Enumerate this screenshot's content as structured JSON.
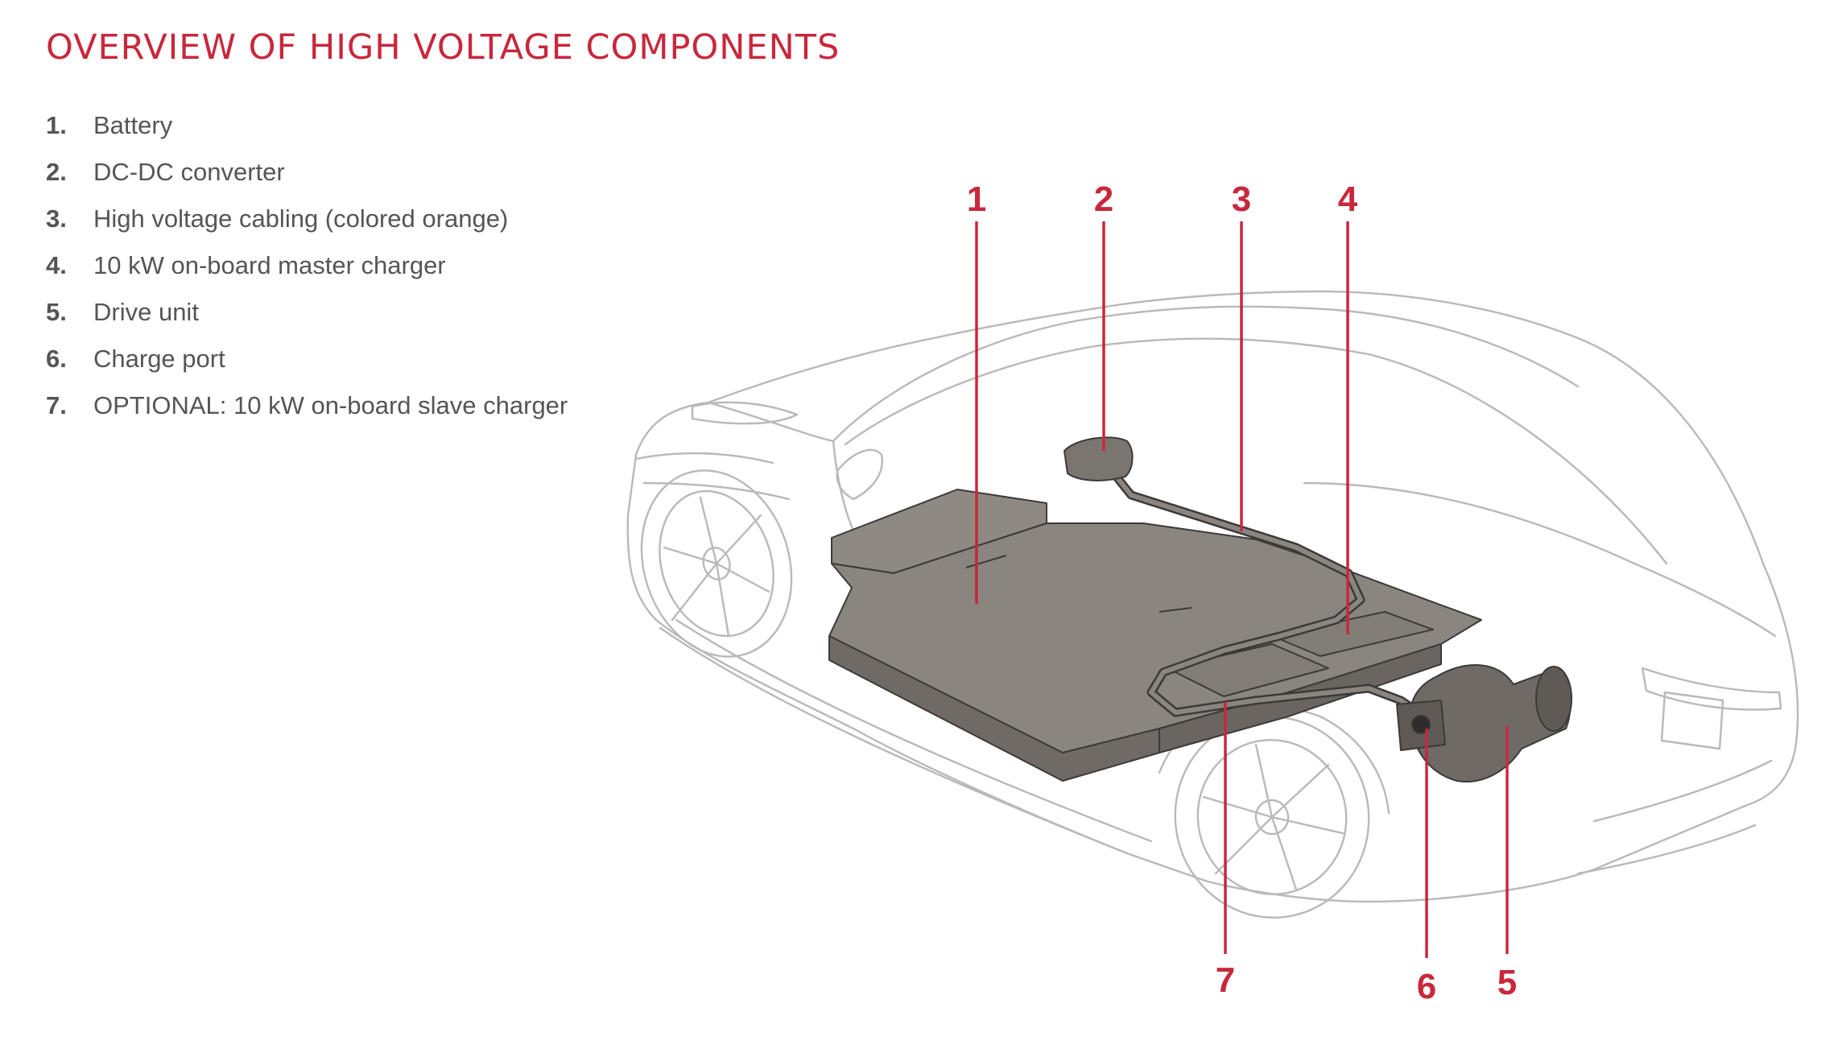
{
  "title": "OVERVIEW OF HIGH VOLTAGE COMPONENTS",
  "legend": [
    {
      "num": "1.",
      "label": "Battery"
    },
    {
      "num": "2.",
      "label": "DC-DC converter"
    },
    {
      "num": "3.",
      "label": "High voltage cabling (colored orange)"
    },
    {
      "num": "4.",
      "label": "10 kW on-board master charger"
    },
    {
      "num": "5.",
      "label": "Drive unit"
    },
    {
      "num": "6.",
      "label": "Charge port"
    },
    {
      "num": "7.",
      "label": "OPTIONAL: 10 kW on-board slave charger"
    }
  ],
  "callouts": {
    "c1": "1",
    "c2": "2",
    "c3": "3",
    "c4": "4",
    "c5": "5",
    "c6": "6",
    "c7": "7"
  },
  "colors": {
    "accent": "#c8283c",
    "text": "#555555",
    "component_fill": "#8a857f",
    "outline": "#b9b9b9"
  }
}
